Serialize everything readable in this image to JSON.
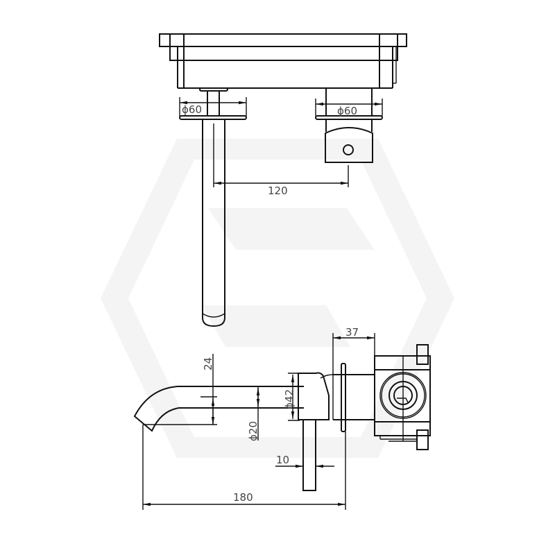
{
  "drawing": {
    "type": "technical-drawing",
    "subject": "wall-mounted basin mixer with spout",
    "units": "mm",
    "line_color": "#111111",
    "text_color": "#444444",
    "watermark_color": "#f3f3f3",
    "views": {
      "top": {
        "dimensions": {
          "spout_plate_diameter": "ϕ60",
          "mixer_plate_diameter": "ϕ60",
          "center_distance": "120"
        }
      },
      "side": {
        "dimensions": {
          "spout_height": "24",
          "spout_diameter": "ϕ20",
          "body_diameter": "ϕ42",
          "handle_width": "10",
          "body_depth": "37",
          "overall_length": "180"
        }
      }
    }
  }
}
